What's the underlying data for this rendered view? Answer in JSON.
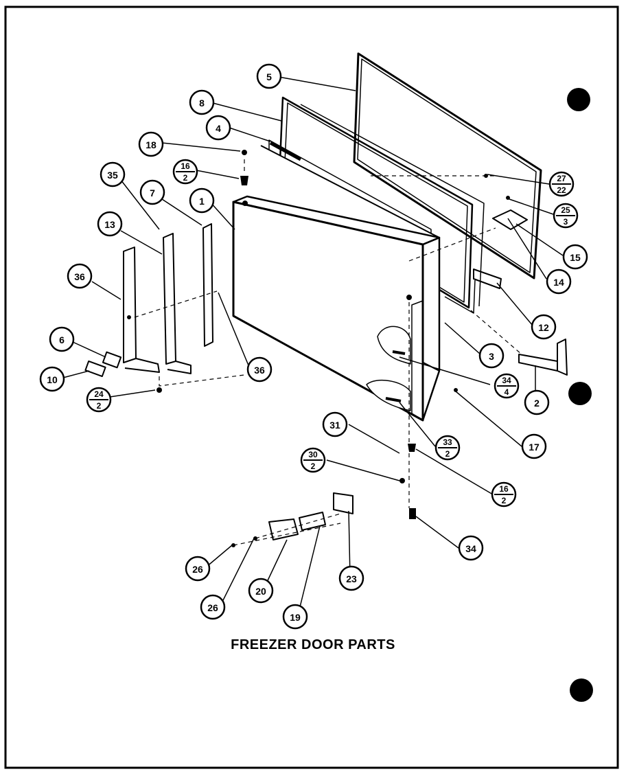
{
  "diagram": {
    "title": "FREEZER DOOR PARTS",
    "callouts": [
      {
        "id": "c5",
        "text": "5"
      },
      {
        "id": "c8",
        "text": "8"
      },
      {
        "id": "c4",
        "text": "4"
      },
      {
        "id": "c18",
        "text": "18"
      },
      {
        "id": "c16a",
        "top": "16",
        "bottom": "2"
      },
      {
        "id": "c35",
        "text": "35"
      },
      {
        "id": "c7",
        "text": "7"
      },
      {
        "id": "c1",
        "text": "1"
      },
      {
        "id": "c13",
        "text": "13"
      },
      {
        "id": "c36a",
        "text": "36"
      },
      {
        "id": "c6",
        "text": "6"
      },
      {
        "id": "c10",
        "text": "10"
      },
      {
        "id": "c24",
        "top": "24",
        "bottom": "2"
      },
      {
        "id": "c36b",
        "text": "36"
      },
      {
        "id": "c27",
        "top": "27",
        "bottom": "22"
      },
      {
        "id": "c25",
        "top": "25",
        "bottom": "3"
      },
      {
        "id": "c15",
        "text": "15"
      },
      {
        "id": "c14",
        "text": "14"
      },
      {
        "id": "c12",
        "text": "12"
      },
      {
        "id": "c3",
        "text": "3"
      },
      {
        "id": "c2",
        "text": "2"
      },
      {
        "id": "c34a",
        "top": "34",
        "bottom": "4"
      },
      {
        "id": "c17",
        "text": "17"
      },
      {
        "id": "c33",
        "top": "33",
        "bottom": "2"
      },
      {
        "id": "c31",
        "text": "31"
      },
      {
        "id": "c30",
        "top": "30",
        "bottom": "2"
      },
      {
        "id": "c16b",
        "top": "16",
        "bottom": "2"
      },
      {
        "id": "c34b",
        "text": "34"
      },
      {
        "id": "c26a",
        "text": "26"
      },
      {
        "id": "c26b",
        "text": "26"
      },
      {
        "id": "c20",
        "text": "20"
      },
      {
        "id": "c19",
        "text": "19"
      },
      {
        "id": "c23",
        "text": "23"
      }
    ]
  }
}
